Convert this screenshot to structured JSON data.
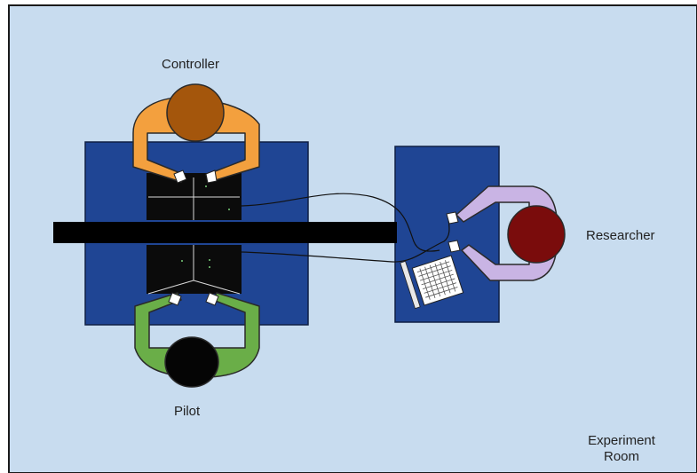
{
  "labels": {
    "controller": "Controller",
    "pilot": "Pilot",
    "researcher": "Researcher",
    "room": "Experiment Room"
  },
  "colors": {
    "room_bg": "#c8dcef",
    "table": "#1f4594",
    "divider": "#000000",
    "screen": "#0b0b0b",
    "controller": "#f3a03e",
    "controller_head": "#a4560c",
    "pilot": "#6aae48",
    "pilot_head": "#050505",
    "researcher": "#c9b4e4",
    "researcher_head": "#7a0c0c",
    "keyboard": "#ffffff"
  }
}
